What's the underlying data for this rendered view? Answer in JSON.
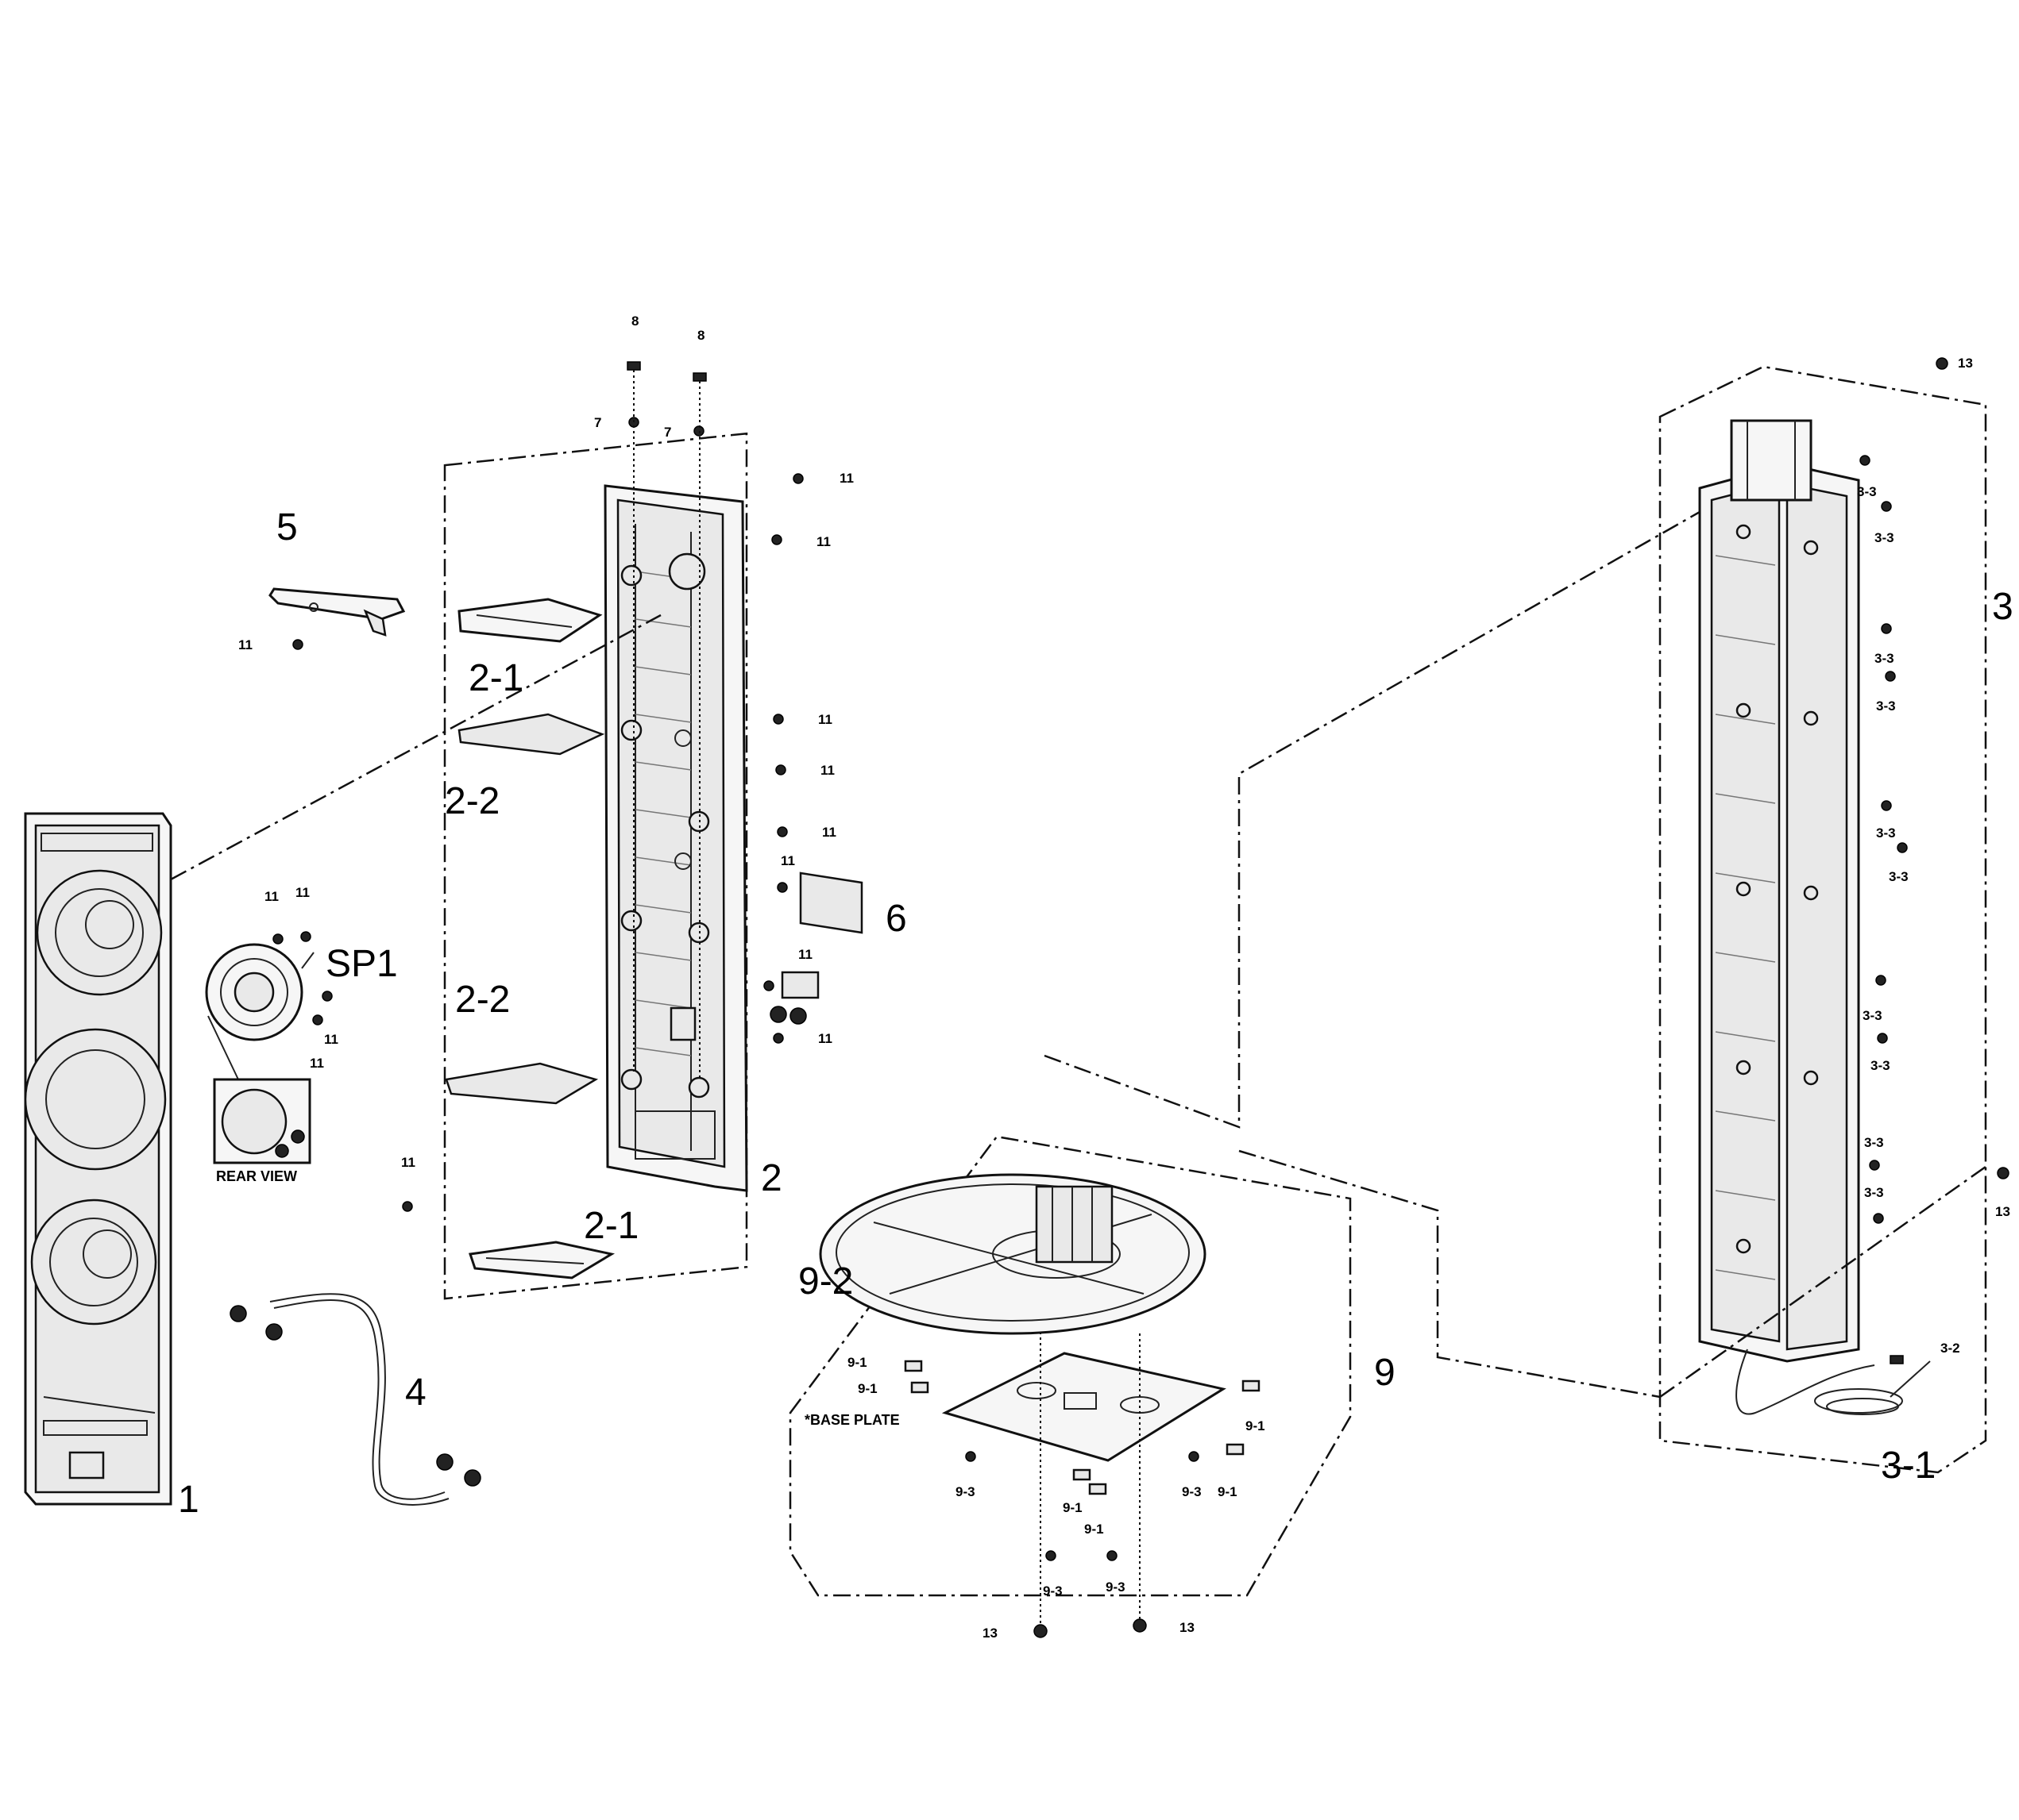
{
  "labels": {
    "part_1": "1",
    "part_2": "2",
    "part_2_1_top": "2-1",
    "part_2_1_bottom": "2-1",
    "part_2_2_top": "2-2",
    "part_2_2_bottom": "2-2",
    "part_3": "3",
    "part_3_1": "3-1",
    "part_3_2": "3-2",
    "part_3_3": "3-3",
    "part_4": "4",
    "part_5": "5",
    "part_6": "6",
    "part_7": "7",
    "part_8": "8",
    "part_9": "9",
    "part_9_1": "9-1",
    "part_9_2": "9-2",
    "part_9_3": "9-3",
    "part_11": "11",
    "part_13": "13",
    "sp1": "SP1",
    "rear_view": "REAR VIEW",
    "base_plate": "*BASE PLATE"
  }
}
